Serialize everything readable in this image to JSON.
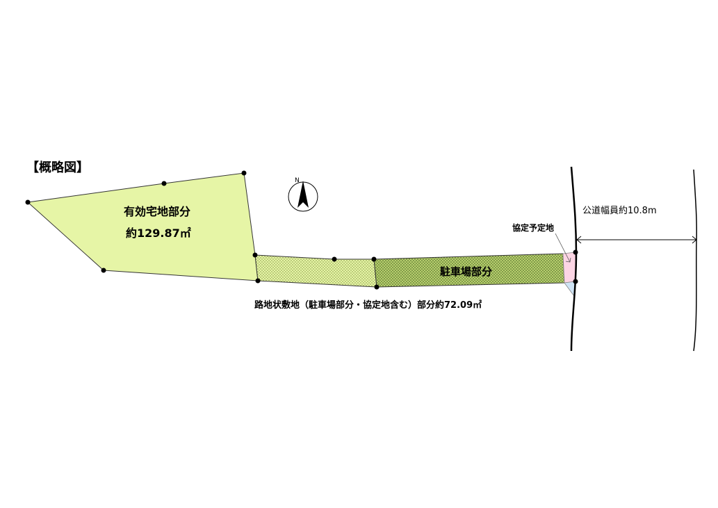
{
  "title": "【概略図】",
  "compass": {
    "north_label": "N"
  },
  "lot": {
    "name": "有効宅地部分",
    "area": "約129.87㎡",
    "fill_color": "#e6f5a6"
  },
  "passage": {
    "fill_color": "#e6f5a6",
    "dot_color": "#7a8c3a"
  },
  "parking": {
    "label": "駐車場部分",
    "fill_color": "#b7cf6d",
    "dot_color": "#3f5a1e"
  },
  "agreement_land": {
    "label": "協定予定地",
    "fill_color": "#fcd5e4",
    "small_triangle_color": "#cfe4f5"
  },
  "road": {
    "label": "公道幅員約10.8m"
  },
  "passage_caption": "路地状敷地（駐車場部分・協定地含む）部分約72.09㎡"
}
